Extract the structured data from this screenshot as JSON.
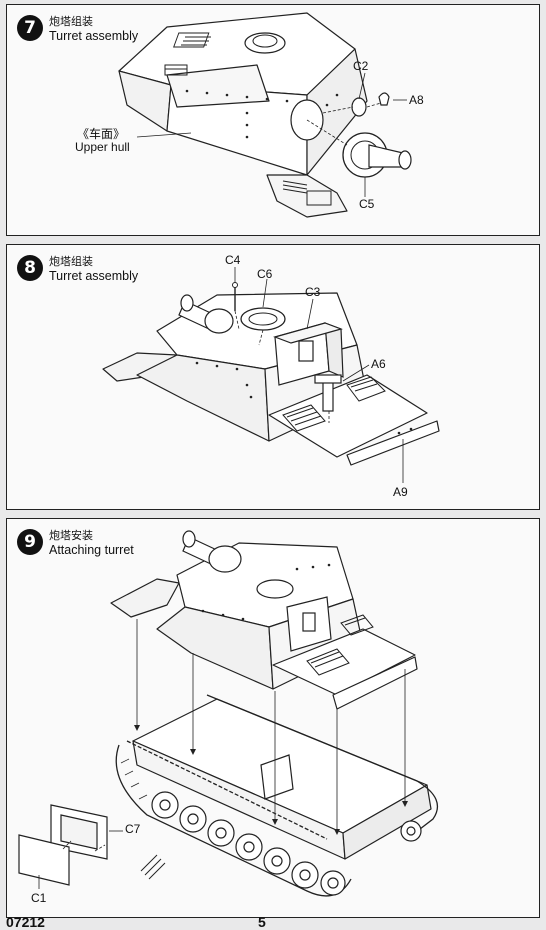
{
  "steps": [
    {
      "number": "7",
      "title_zh": "炮塔组装",
      "title_en": "Turret assembly",
      "callout_upper_hull_zh": "《车面》",
      "callout_upper_hull_en": "Upper hull",
      "parts": [
        "C2",
        "A8",
        "C5"
      ]
    },
    {
      "number": "8",
      "title_zh": "炮塔组装",
      "title_en": "Turret assembly",
      "parts": [
        "C4",
        "C6",
        "C3",
        "A6",
        "A9"
      ]
    },
    {
      "number": "9",
      "title_zh": "炮塔安装",
      "title_en": "Attaching turret",
      "parts": [
        "C7",
        "C1"
      ]
    }
  ],
  "footer": {
    "kit_number": "07212",
    "page_number": "5"
  }
}
